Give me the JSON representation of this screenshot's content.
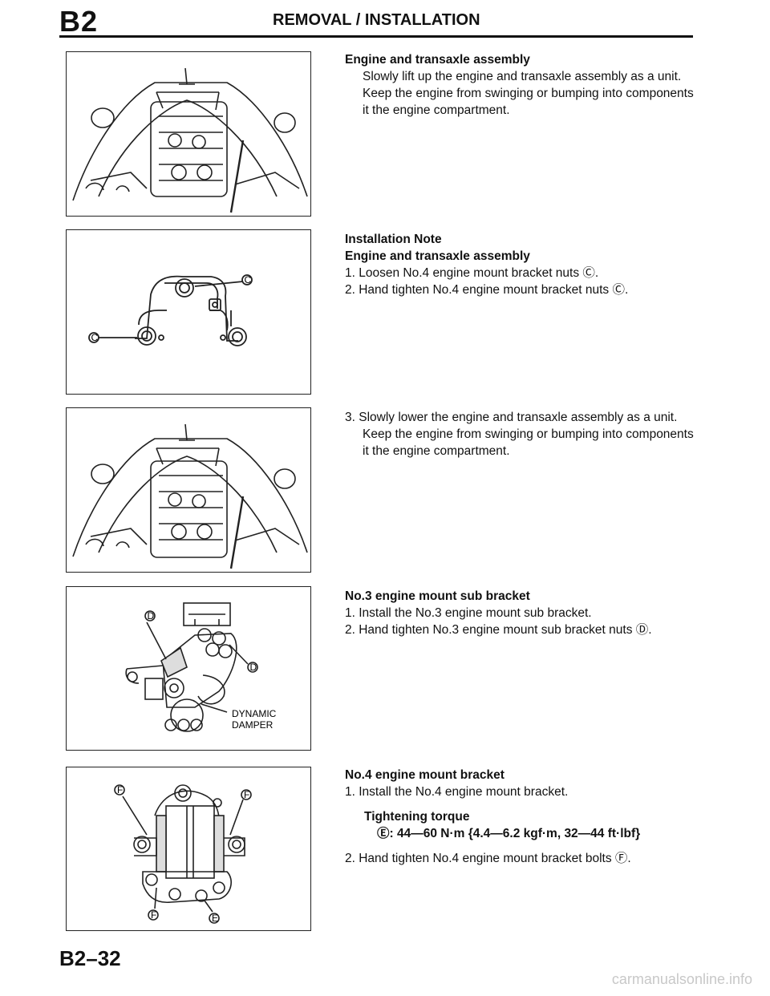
{
  "header": {
    "section_code": "B2",
    "title": "REMOVAL / INSTALLATION"
  },
  "figures": {
    "fig4_labels": [
      "DYNAMIC",
      "DAMPER"
    ]
  },
  "blocks": {
    "b1": {
      "heading": "Engine and transaxle assembly",
      "body": "Slowly lift up the engine and transaxle assembly as a unit. Keep the engine from swinging or bumping into components it the engine compartment."
    },
    "b2": {
      "heading1": "Installation Note",
      "heading2": "Engine and transaxle assembly",
      "steps": [
        "1. Loosen No.4 engine mount bracket nuts Ⓒ.",
        "2. Hand tighten No.4 engine mount bracket nuts Ⓒ."
      ]
    },
    "b3": {
      "step": "3. Slowly lower the engine and transaxle assembly as a unit. Keep the engine from swinging or bumping into components it the engine compartment."
    },
    "b4": {
      "heading": "No.3 engine mount sub bracket",
      "steps": [
        "1. Install the No.3 engine mount sub bracket.",
        "2. Hand tighten No.3 engine mount sub bracket nuts Ⓓ."
      ]
    },
    "b5": {
      "heading": "No.4 engine mount bracket",
      "step1": "1. Install the No.4 engine mount bracket.",
      "torque_heading": "Tightening torque",
      "torque_value": "Ⓔ: 44—60 N·m {4.4—6.2 kgf·m, 32—44 ft·lbf}",
      "step2": "2. Hand tighten No.4 engine mount bracket bolts Ⓕ."
    }
  },
  "footer": {
    "page_number": "B2–32",
    "watermark": "carmanualsonline.info"
  }
}
